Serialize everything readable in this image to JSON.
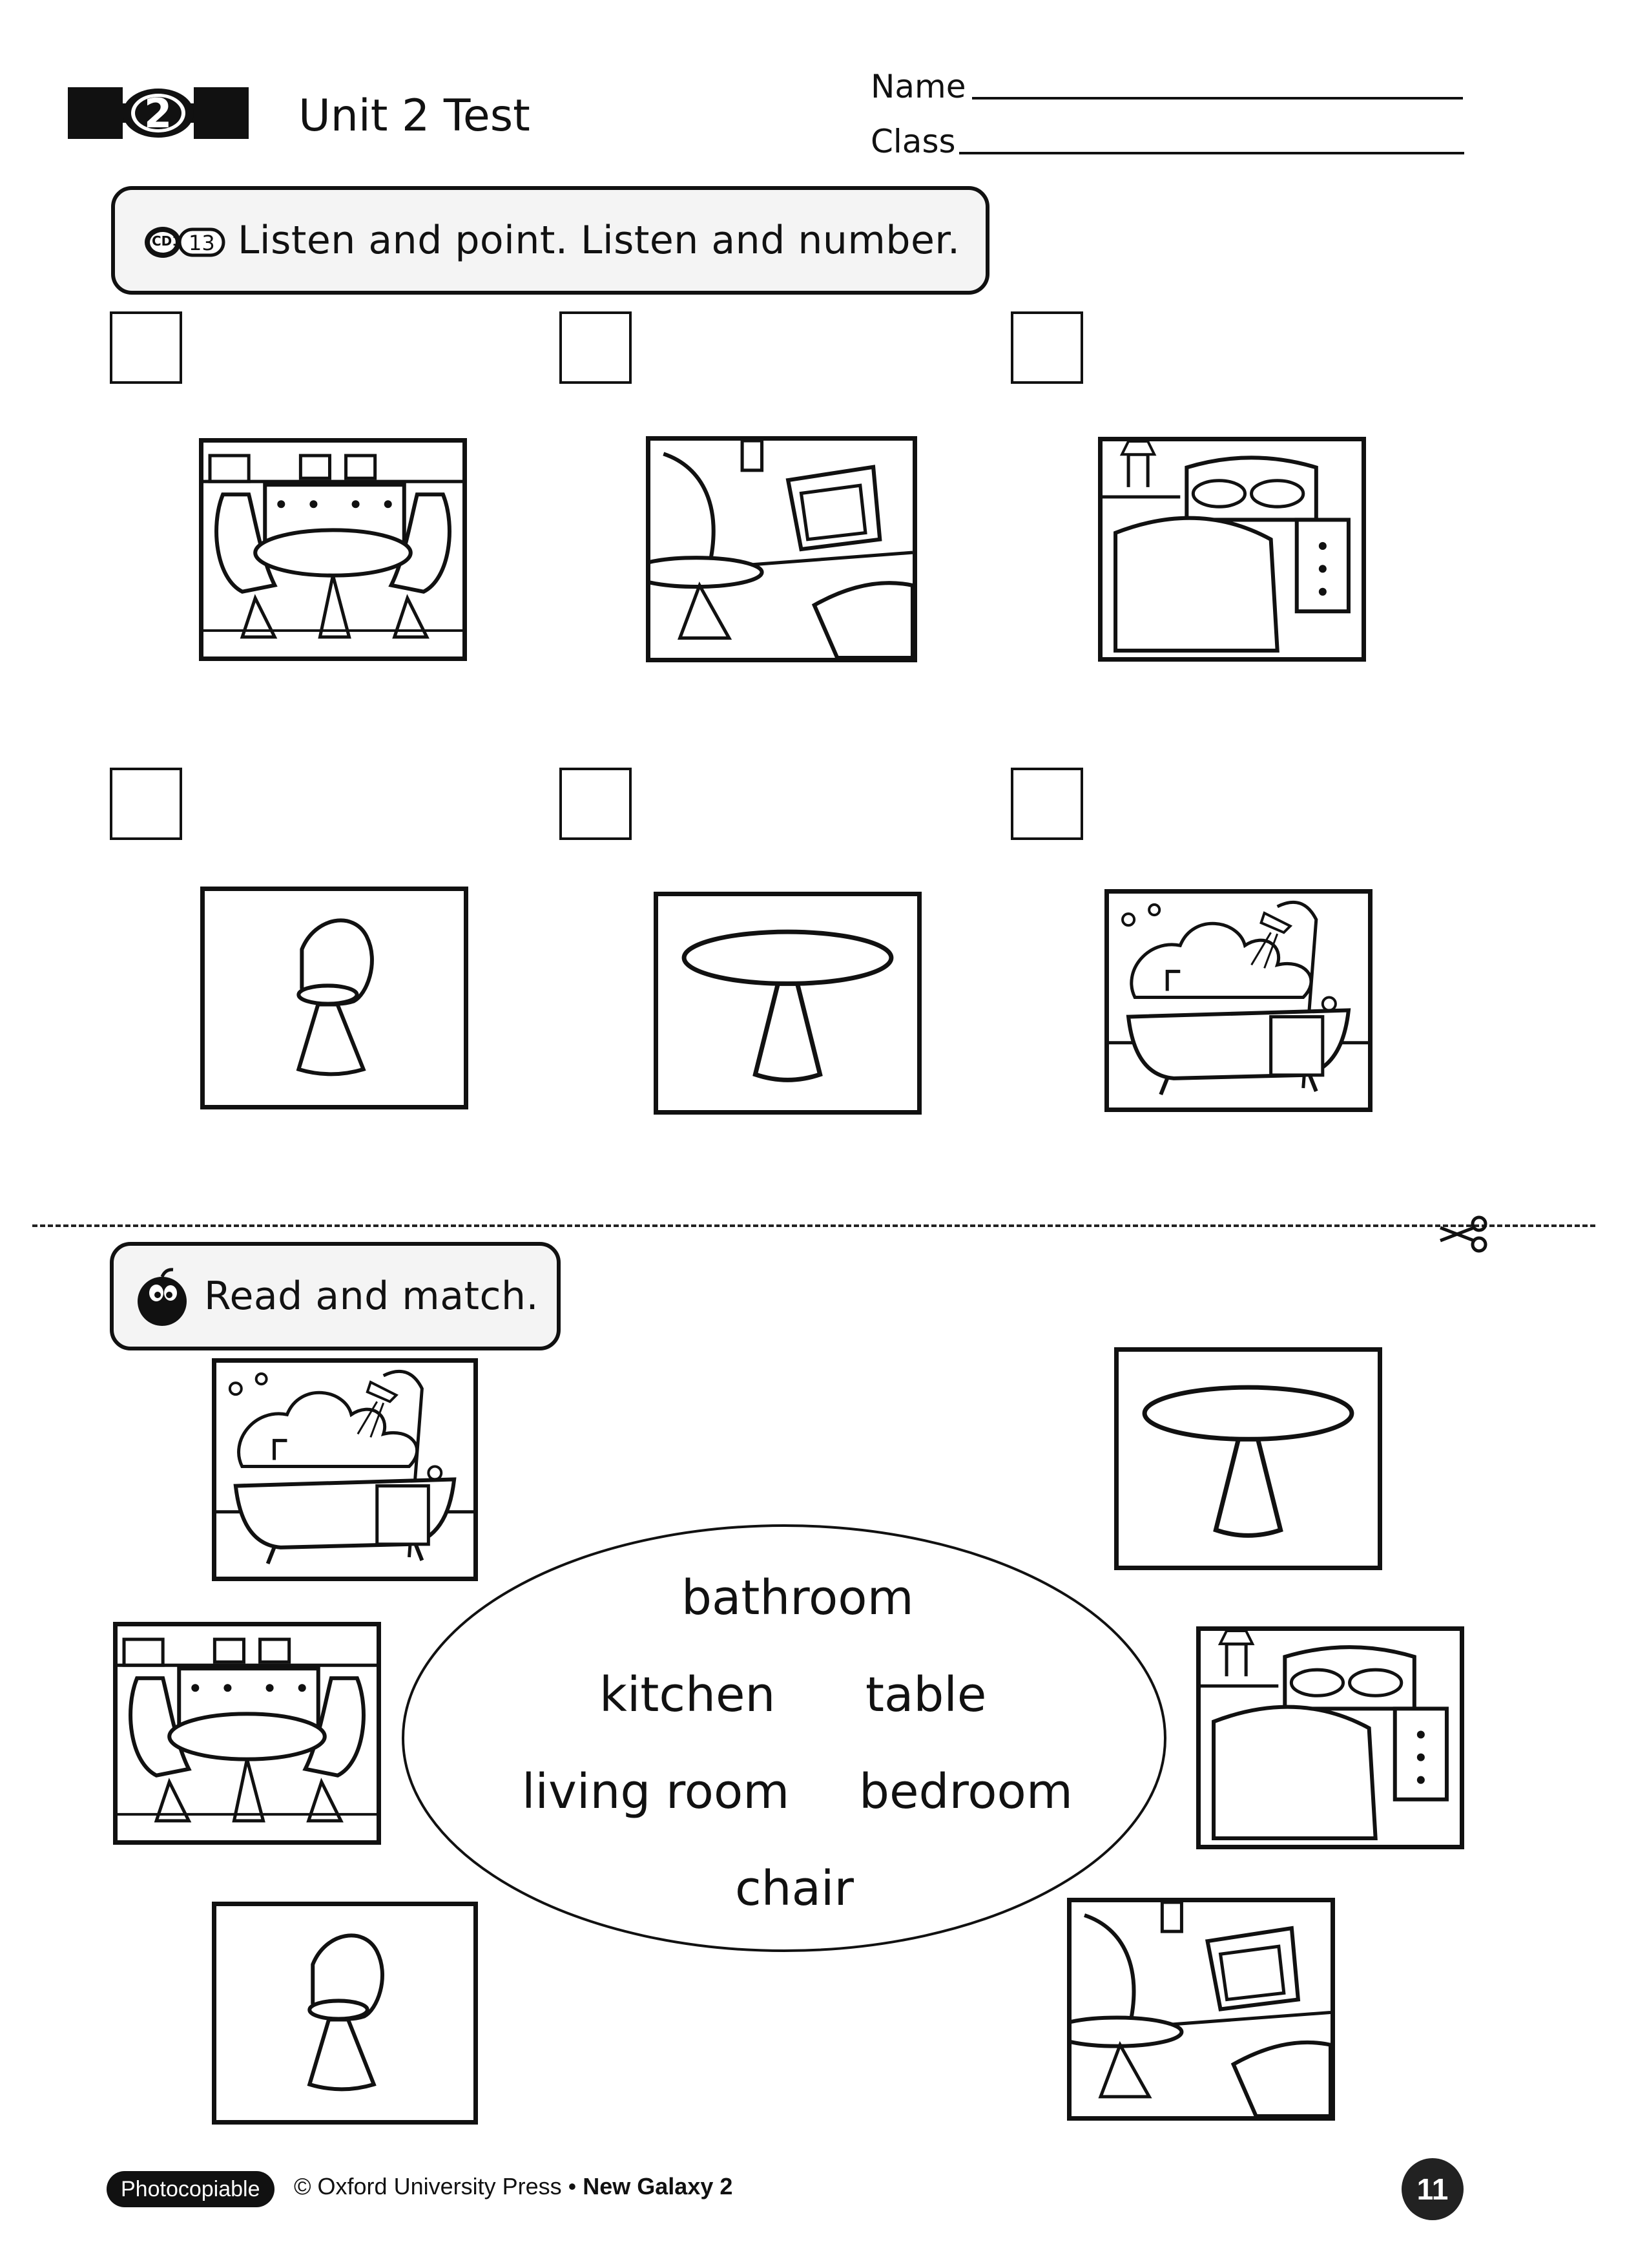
{
  "header": {
    "unit_number": "2",
    "title": "Unit 2 Test",
    "name_label": "Name",
    "class_label": "Class"
  },
  "section1": {
    "cd_label": "CD1",
    "track": "13",
    "instruction": "Listen and point. Listen and number.",
    "pictures": [
      "kitchen",
      "living-room",
      "bedroom",
      "chair",
      "table",
      "bathroom"
    ]
  },
  "section2": {
    "instruction": "Read and match.",
    "words": {
      "bathroom": "bathroom",
      "kitchen": "kitchen",
      "table": "table",
      "living_room": "living room",
      "bedroom": "bedroom",
      "chair": "chair"
    }
  },
  "footer": {
    "badge": "Photocopiable",
    "publisher": "© Oxford University Press •",
    "series": "New Galaxy 2",
    "page_number": "11"
  },
  "icons": [
    "cd-icon",
    "bomb-icon",
    "scissors-icon"
  ]
}
